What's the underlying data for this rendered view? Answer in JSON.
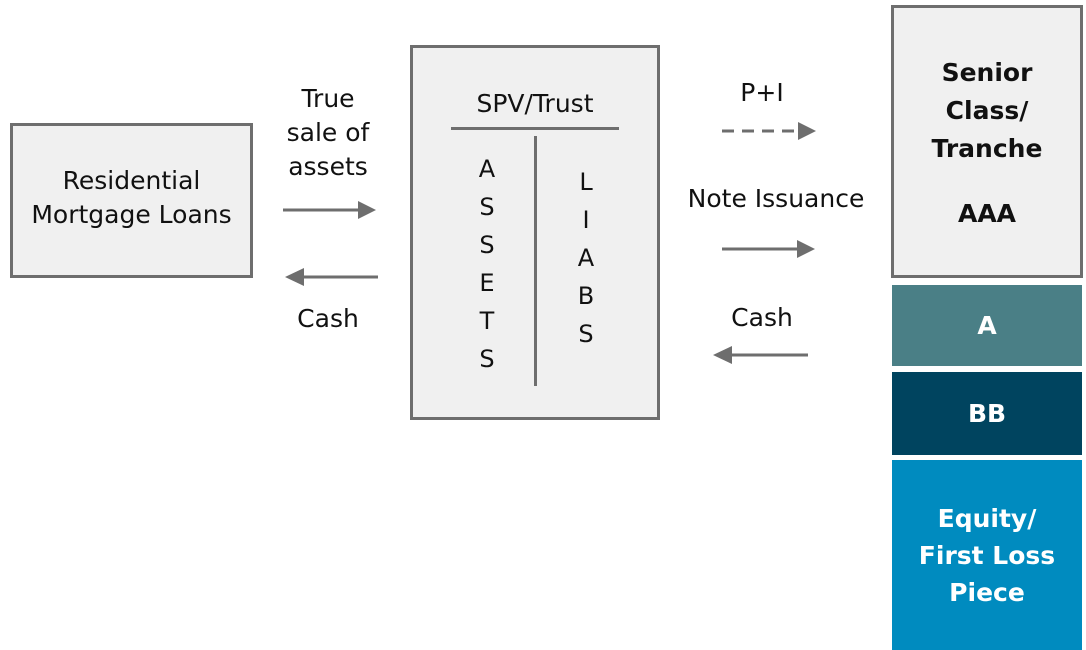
{
  "originator": {
    "line1": "Residential",
    "line2": "Mortgage Loans"
  },
  "flow_left": {
    "sale_label": [
      "True",
      "sale of",
      "assets"
    ],
    "cash_label": "Cash"
  },
  "spv": {
    "title": "SPV/Trust",
    "assets_letters": [
      "A",
      "S",
      "S",
      "E",
      "T",
      "S"
    ],
    "liabs_letters": [
      "L",
      "I",
      "A",
      "B",
      "S"
    ]
  },
  "flow_right": {
    "pi_label": "P+I",
    "note_label": "Note Issuance",
    "cash_label": "Cash"
  },
  "tranches": {
    "senior": {
      "lines": [
        "Senior",
        "Class/",
        "Tranche"
      ],
      "rating": "AAA"
    },
    "a": {
      "label": "A",
      "color": "#4a7f86"
    },
    "bb": {
      "label": "BB",
      "color": "#00445f"
    },
    "equity": {
      "lines": [
        "Equity/",
        "First Loss",
        "Piece"
      ],
      "color": "#008bbf"
    }
  },
  "colors": {
    "box_fill": "#f0f0f0",
    "box_border": "#6e6e6e",
    "arrow": "#6e6e6e"
  }
}
